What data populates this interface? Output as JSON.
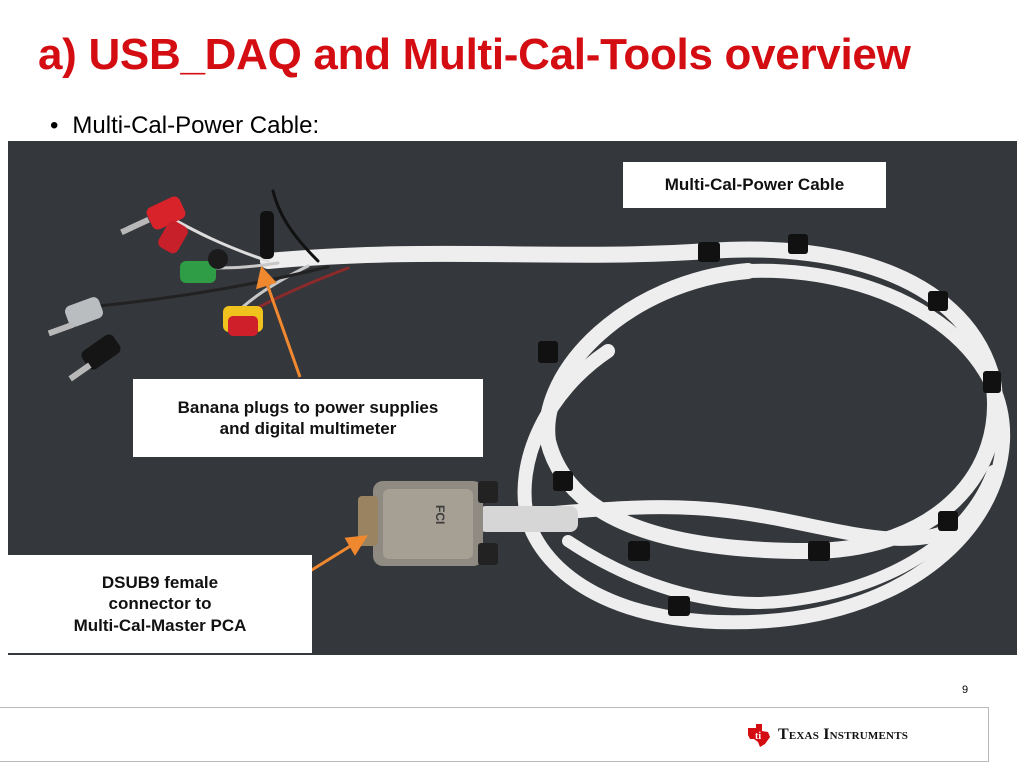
{
  "slide": {
    "title": "a) USB_DAQ and Multi-Cal-Tools overview",
    "bullet": "Multi-Cal-Power Cable:",
    "page_number": "9"
  },
  "photo": {
    "callouts": {
      "cable": "Multi-Cal-Power Cable",
      "banana_line1": "Banana plugs to power supplies",
      "banana_line2": "and digital multimeter",
      "dsub_line1": "DSUB9 female",
      "dsub_line2": "connector to",
      "dsub_line3": "Multi-Cal-Master PCA"
    },
    "connector_marking": "FCI"
  },
  "footer": {
    "brand": "Texas Instruments"
  },
  "colors": {
    "title": "#d40d12",
    "arrow": "#f0882f",
    "photo_background": "#34373b"
  }
}
